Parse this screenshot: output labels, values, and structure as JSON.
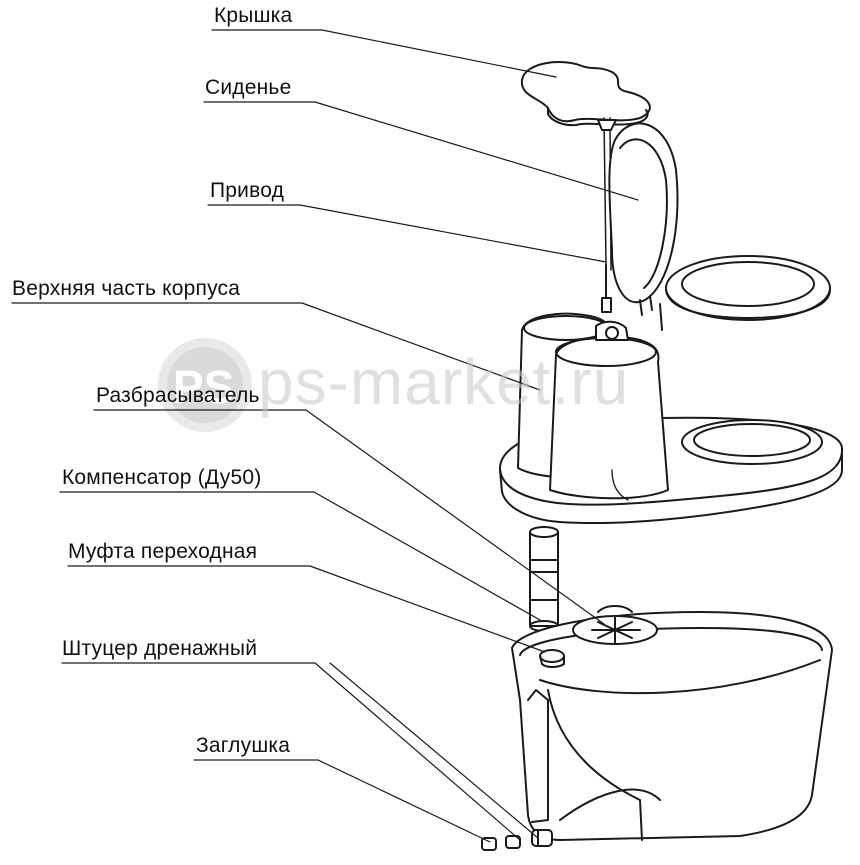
{
  "labels": {
    "lid": "Крышка",
    "seat": "Сиденье",
    "drive": "Привод",
    "upper_body": "Верхняя часть корпуса",
    "spreader": "Разбрасыватель",
    "compensator": "Компенсатор (Ду50)",
    "coupling": "Муфта переходная",
    "drain_fitting": "Штуцер дренажный",
    "plug": "Заглушка"
  },
  "watermark": {
    "logo_text": "PS",
    "text": "ps-market.ru"
  },
  "colors": {
    "line": "#1a1a1a",
    "watermark": "#c8c8c8"
  }
}
